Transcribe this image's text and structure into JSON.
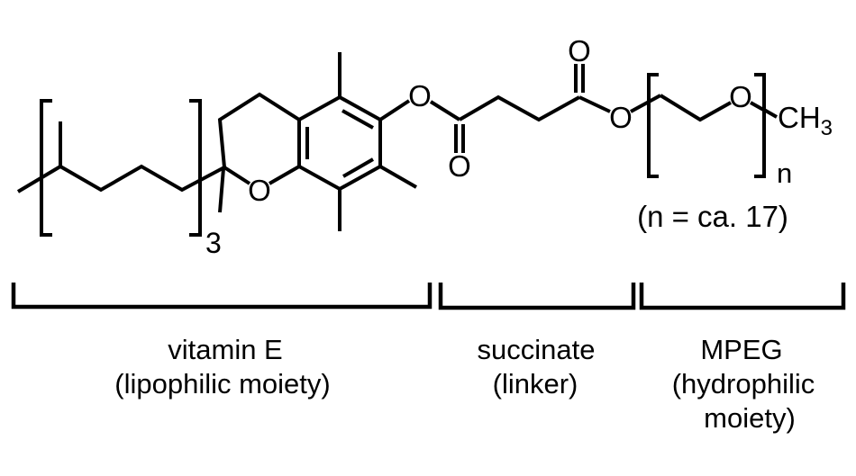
{
  "molecule": {
    "atoms": {
      "pyran_o": "O",
      "aryl_ester_o": "O",
      "succinate_carbonyl_o_down": "O",
      "succinate_carbonyl_o_up": "O",
      "peg_ester_o": "O",
      "peg_ether_o": "O",
      "terminal_methyl": "CH",
      "terminal_methyl_sub": "3",
      "tail_repeat_subscript": "3",
      "peg_repeat_subscript": "n"
    },
    "annotations": {
      "peg_units_note": "(n = ca. 17)"
    }
  },
  "regions": [
    {
      "name": "vitamin-e",
      "lines": [
        "vitamin E",
        "(lipophilic moiety)",
        ""
      ]
    },
    {
      "name": "succinate",
      "lines": [
        "succinate",
        "(linker)",
        ""
      ]
    },
    {
      "name": "mpeg",
      "lines": [
        "MPEG",
        "(hydrophilic",
        "moiety)"
      ]
    }
  ],
  "colors": {
    "ink": "#000000",
    "background": "#ffffff"
  }
}
